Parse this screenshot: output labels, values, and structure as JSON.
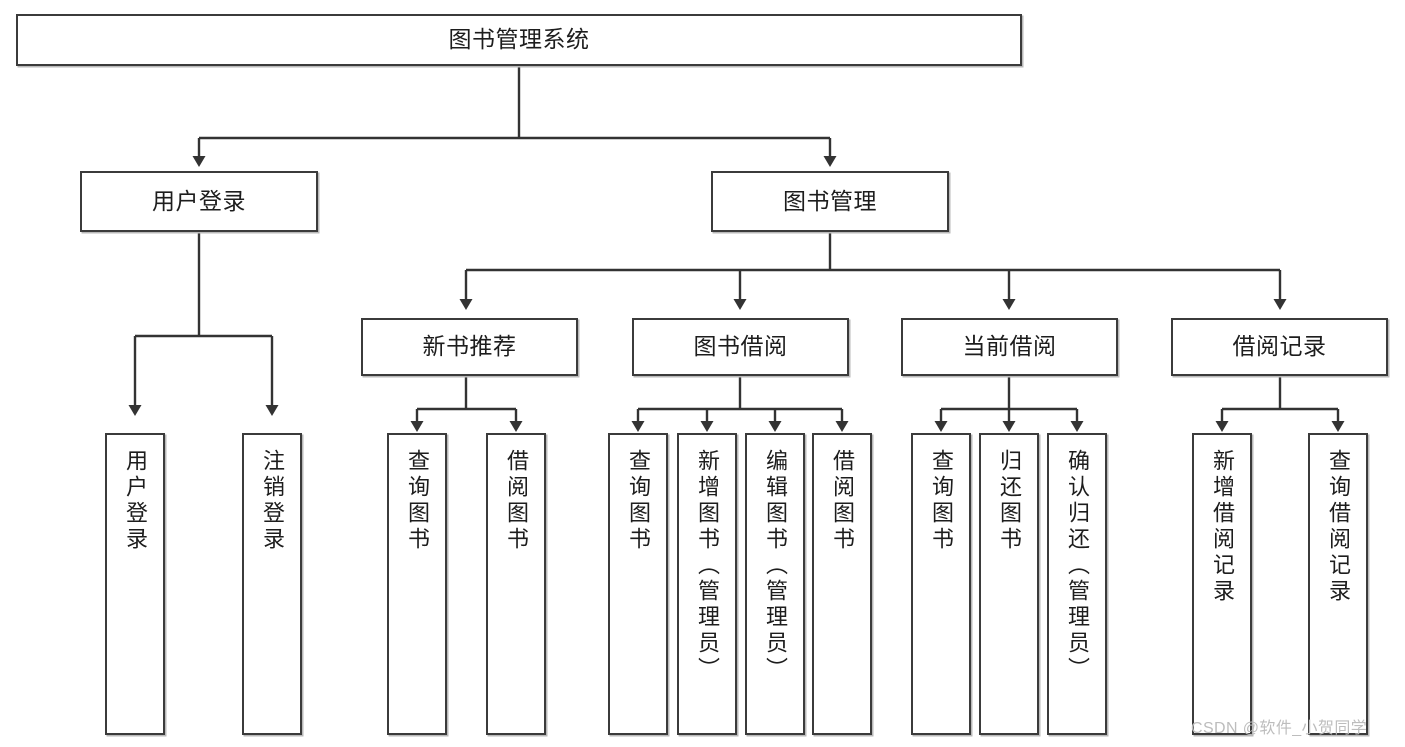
{
  "diagram": {
    "title": "图书管理系统",
    "type": "tree-hierarchy-chart",
    "colors": {
      "box_border": "#3b3b3b",
      "box_fill": "#ffffff",
      "connector": "#333333",
      "text": "#1d1d1d",
      "watermark": "#bdbdbd",
      "background": "#ffffff"
    },
    "levels": {
      "level1_label": "图书管理系统",
      "level2_labels": [
        "用户登录",
        "图书管理"
      ],
      "level3_labels": [
        "新书推荐",
        "图书借阅",
        "当前借阅",
        "借阅记录"
      ]
    }
  },
  "nodes": {
    "root": {
      "label": "图书管理系统"
    },
    "level2": [
      {
        "label": "用户登录"
      },
      {
        "label": "图书管理"
      }
    ],
    "level3": [
      {
        "label": "新书推荐"
      },
      {
        "label": "图书借阅"
      },
      {
        "label": "当前借阅"
      },
      {
        "label": "借阅记录"
      }
    ],
    "leaves": {
      "user_login": [
        {
          "label": "用户登录"
        },
        {
          "label": "注销登录"
        }
      ],
      "new_book_recommend": [
        {
          "label": "查询图书"
        },
        {
          "label": "借阅图书"
        }
      ],
      "book_borrow": [
        {
          "label": "查询图书"
        },
        {
          "label": "新增图书（管理员）"
        },
        {
          "label": "编辑图书（管理员）"
        },
        {
          "label": "借阅图书"
        }
      ],
      "current_borrow": [
        {
          "label": "查询图书"
        },
        {
          "label": "归还图书"
        },
        {
          "label": "确认归还（管理员）"
        }
      ],
      "borrow_record": [
        {
          "label": "新增借阅记录"
        },
        {
          "label": "查询借阅记录"
        }
      ]
    }
  },
  "watermark": {
    "text": "CSDN @软件_小贺同学"
  }
}
